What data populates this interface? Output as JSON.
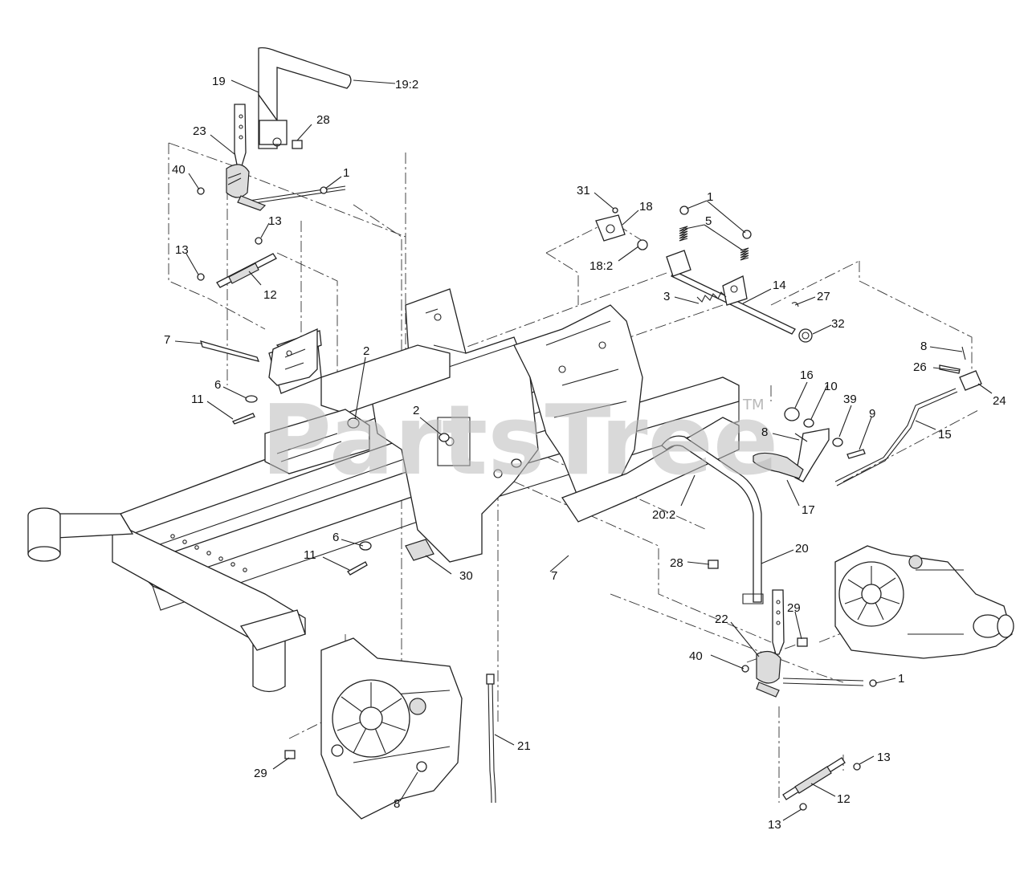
{
  "watermark": {
    "text": "PartsTree",
    "trademark": "TM"
  },
  "callouts": [
    {
      "id": "c19a",
      "text": "19"
    },
    {
      "id": "c19b",
      "text": "19:2"
    },
    {
      "id": "c28a",
      "text": "28"
    },
    {
      "id": "c23",
      "text": "23"
    },
    {
      "id": "c40a",
      "text": "40"
    },
    {
      "id": "c1a",
      "text": "1"
    },
    {
      "id": "c13a",
      "text": "13"
    },
    {
      "id": "c13b",
      "text": "13"
    },
    {
      "id": "c12a",
      "text": "12"
    },
    {
      "id": "c7a",
      "text": "7"
    },
    {
      "id": "c2a",
      "text": "2"
    },
    {
      "id": "c6a",
      "text": "6"
    },
    {
      "id": "c11a",
      "text": "11"
    },
    {
      "id": "c2b",
      "text": "2"
    },
    {
      "id": "c31",
      "text": "31"
    },
    {
      "id": "c18",
      "text": "18"
    },
    {
      "id": "c18b",
      "text": "18:2"
    },
    {
      "id": "c1b",
      "text": "1"
    },
    {
      "id": "c5",
      "text": "5"
    },
    {
      "id": "c14",
      "text": "14"
    },
    {
      "id": "c3",
      "text": "3"
    },
    {
      "id": "c27",
      "text": "27"
    },
    {
      "id": "c32",
      "text": "32"
    },
    {
      "id": "c8a",
      "text": "8"
    },
    {
      "id": "c26",
      "text": "26"
    },
    {
      "id": "c24",
      "text": "24"
    },
    {
      "id": "c16",
      "text": "16"
    },
    {
      "id": "c10",
      "text": "10"
    },
    {
      "id": "c39",
      "text": "39"
    },
    {
      "id": "c9",
      "text": "9"
    },
    {
      "id": "c15",
      "text": "15"
    },
    {
      "id": "c8b",
      "text": "8"
    },
    {
      "id": "c17",
      "text": "17"
    },
    {
      "id": "c20b",
      "text": "20:2"
    },
    {
      "id": "c20",
      "text": "20"
    },
    {
      "id": "c28b",
      "text": "28"
    },
    {
      "id": "c6b",
      "text": "6"
    },
    {
      "id": "c11b",
      "text": "11"
    },
    {
      "id": "c30",
      "text": "30"
    },
    {
      "id": "c7b",
      "text": "7"
    },
    {
      "id": "c29a",
      "text": "29"
    },
    {
      "id": "c22",
      "text": "22"
    },
    {
      "id": "c40b",
      "text": "40"
    },
    {
      "id": "c1c",
      "text": "1"
    },
    {
      "id": "c21",
      "text": "21"
    },
    {
      "id": "c29b",
      "text": "29"
    },
    {
      "id": "c8c",
      "text": "8"
    },
    {
      "id": "c13c",
      "text": "13"
    },
    {
      "id": "c12b",
      "text": "12"
    },
    {
      "id": "c13d",
      "text": "13"
    }
  ]
}
